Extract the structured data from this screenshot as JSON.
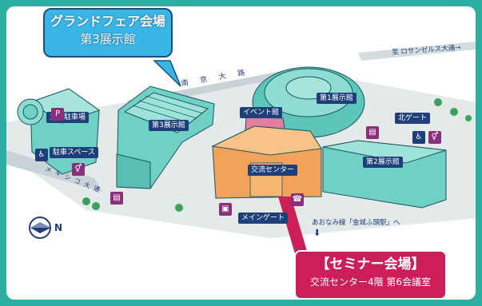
{
  "callouts": {
    "venue_title": "グランドフェア会場",
    "venue_hall": "第3展示館",
    "seminar_title": "【セミナー会場】",
    "seminar_room": "交流センター4階 第6会議室"
  },
  "buildings": {
    "hall1": "第1展示館",
    "hall2": "第2展示館",
    "hall3": "第3展示館",
    "event_hall": "イベント館",
    "exchange_center": "交流センター",
    "parking": "立体駐車場"
  },
  "gates": {
    "north_gate": "北ゲート",
    "main_gate": "メインゲート"
  },
  "labels": {
    "parking_space": "駐車スペース",
    "road_south": "南 京 大 路",
    "road_mexico": "メキシコ大通",
    "road_losangeles": "至 ロサンゼルス大通→",
    "line_note": "あおなみ線「金城ふ頭駅」へ",
    "compass": "N"
  },
  "icons": [
    "parking-icon",
    "wheelchair-icon",
    "restroom-icon",
    "bus-icon",
    "taxi-icon",
    "phone-icon",
    "down-arrow-icon"
  ],
  "colors": {
    "frame": "#2bb0a2",
    "building": "#6fd0c6",
    "center": "#f2a25a",
    "callout_blue": "#39b5e6",
    "callout_pink": "#cc1f57",
    "navy": "#1f3f7a",
    "purple": "#8a2f7a"
  }
}
